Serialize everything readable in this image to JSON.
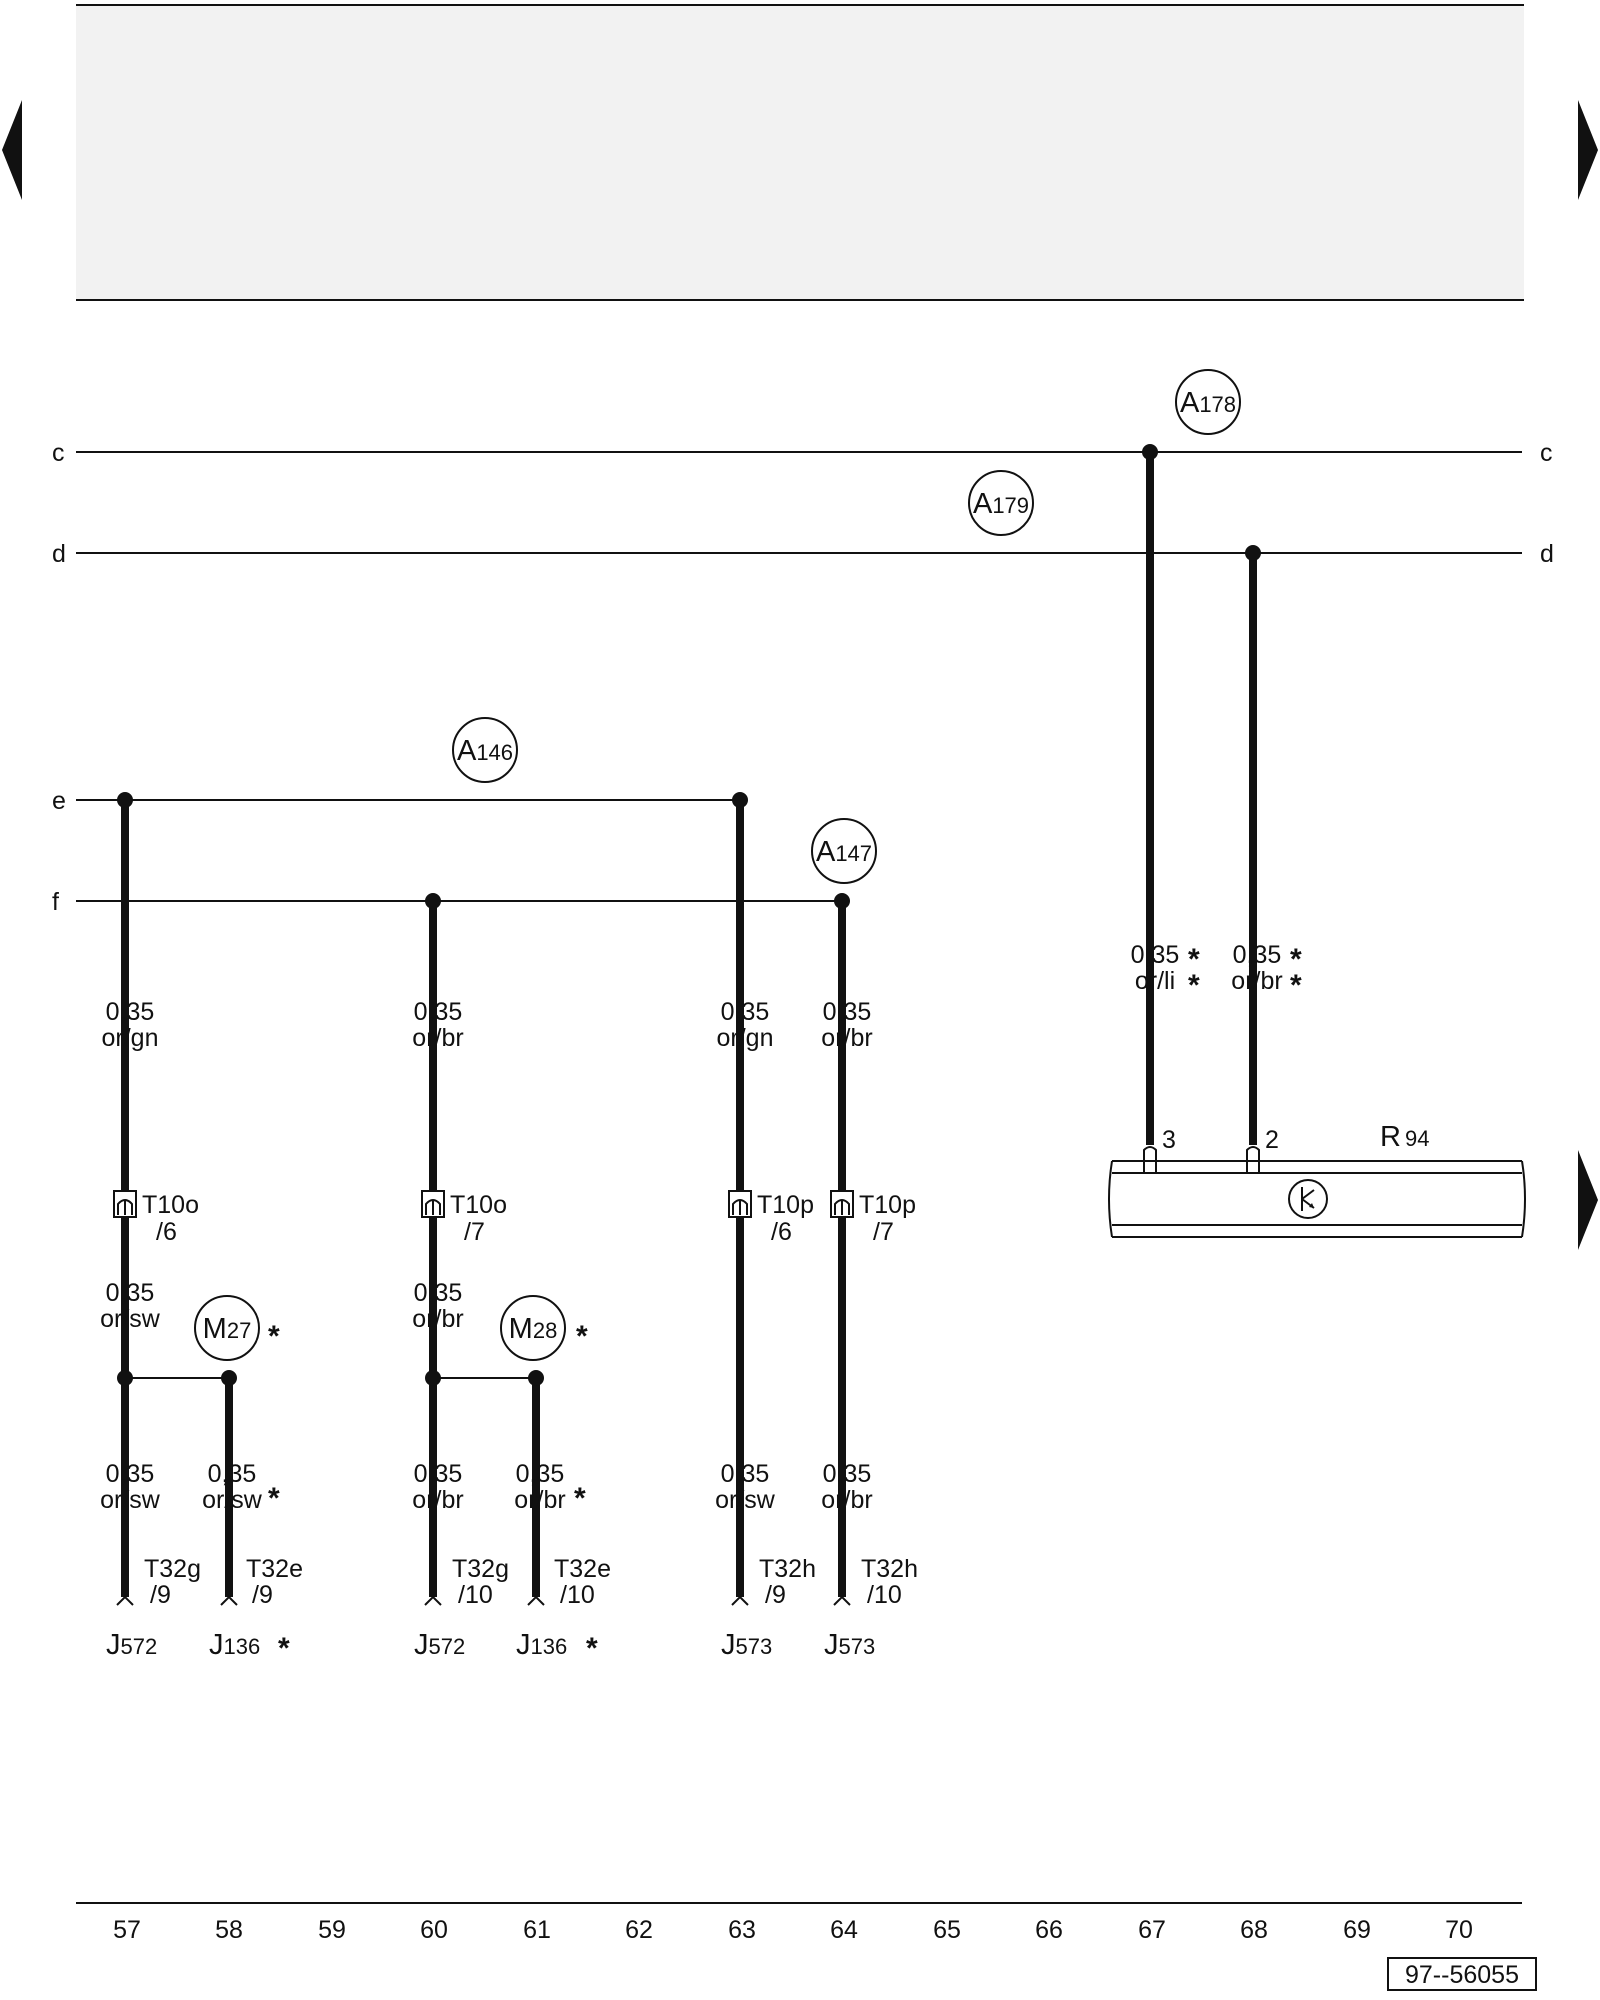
{
  "bus_labels": [
    "c",
    "d",
    "e",
    "f"
  ],
  "circle_labels": [
    {
      "letter": "A",
      "num": "178"
    },
    {
      "letter": "A",
      "num": "179"
    },
    {
      "letter": "A",
      "num": "146"
    },
    {
      "letter": "A",
      "num": "147"
    },
    {
      "letter": "M",
      "num": "27"
    },
    {
      "letter": "M",
      "num": "28"
    }
  ],
  "wire_labels": [
    {
      "size": "0,35",
      "color": "or/gn"
    },
    {
      "size": "0,35",
      "color": "or/br"
    },
    {
      "size": "0,35",
      "color": "or/gn"
    },
    {
      "size": "0,35",
      "color": "or/br"
    },
    {
      "size": "0,35",
      "color": "or/li"
    },
    {
      "size": "0,35",
      "color": "or/br"
    },
    {
      "size": "0,35",
      "color": "or/sw"
    },
    {
      "size": "0,35",
      "color": "or/br"
    },
    {
      "size": "0,35",
      "color": "or/sw"
    },
    {
      "size": "0,35",
      "color": "or/sw"
    },
    {
      "size": "0,35",
      "color": "or/br"
    },
    {
      "size": "0,35",
      "color": "or/br"
    },
    {
      "size": "0,35",
      "color": "or/sw"
    },
    {
      "size": "0,35",
      "color": "or/br"
    }
  ],
  "connectors_t10": [
    {
      "name": "T10o",
      "pin": "/6"
    },
    {
      "name": "T10o",
      "pin": "/7"
    },
    {
      "name": "T10p",
      "pin": "/6"
    },
    {
      "name": "T10p",
      "pin": "/7"
    }
  ],
  "connectors_t32": [
    {
      "name": "T32g",
      "pin": "/9"
    },
    {
      "name": "T32e",
      "pin": "/9"
    },
    {
      "name": "T32g",
      "pin": "/10"
    },
    {
      "name": "T32e",
      "pin": "/10"
    },
    {
      "name": "T32h",
      "pin": "/9"
    },
    {
      "name": "T32h",
      "pin": "/10"
    }
  ],
  "components": [
    {
      "letter": "J",
      "num": "572"
    },
    {
      "letter": "J",
      "num": "136"
    },
    {
      "letter": "J",
      "num": "572"
    },
    {
      "letter": "J",
      "num": "136"
    },
    {
      "letter": "J",
      "num": "573"
    },
    {
      "letter": "J",
      "num": "573"
    }
  ],
  "r94": {
    "letter": "R",
    "num": "94",
    "pin_left": "3",
    "pin_right": "2"
  },
  "star": "*",
  "scale_numbers": [
    "57",
    "58",
    "59",
    "60",
    "61",
    "62",
    "63",
    "64",
    "65",
    "66",
    "67",
    "68",
    "69",
    "70"
  ],
  "diagram_id": "97--56055"
}
